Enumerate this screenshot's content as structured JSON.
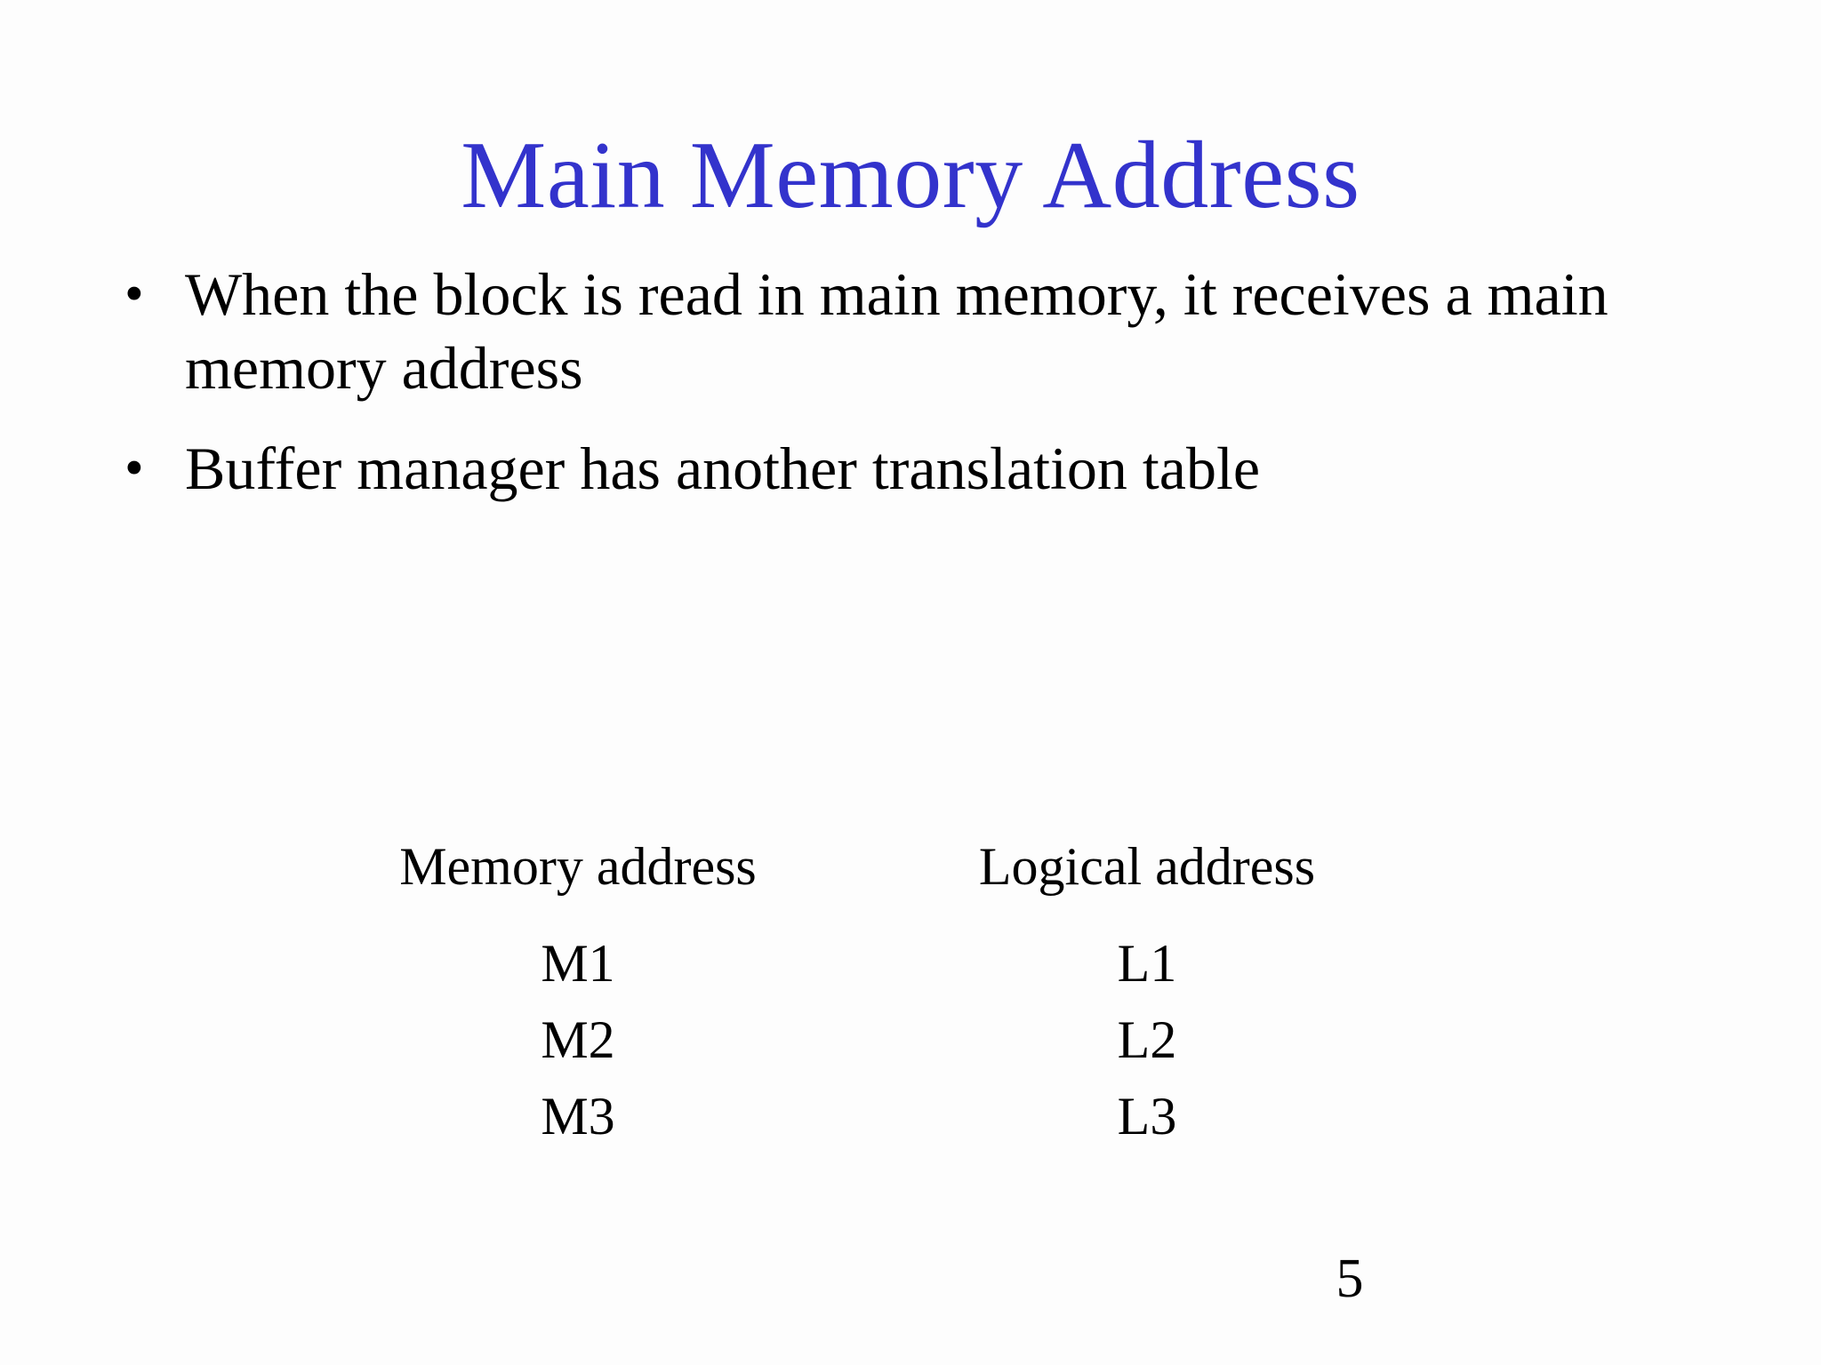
{
  "slide": {
    "title": "Main Memory Address",
    "title_color": "#3333CC",
    "body_color": "#000000",
    "background_color": "#FFFFFF",
    "page_number": "5",
    "bullets": [
      {
        "marker": "•",
        "text": "When the block is read in main memory, it receives a main memory address"
      },
      {
        "marker": "•",
        "text": "Buffer manager has another translation table"
      }
    ],
    "table": {
      "headers": {
        "memory": "Memory address",
        "logical": "Logical address"
      },
      "rows": [
        {
          "memory": "M1",
          "logical": "L1"
        },
        {
          "memory": "M2",
          "logical": "L2"
        },
        {
          "memory": "M3",
          "logical": "L3"
        }
      ]
    }
  }
}
